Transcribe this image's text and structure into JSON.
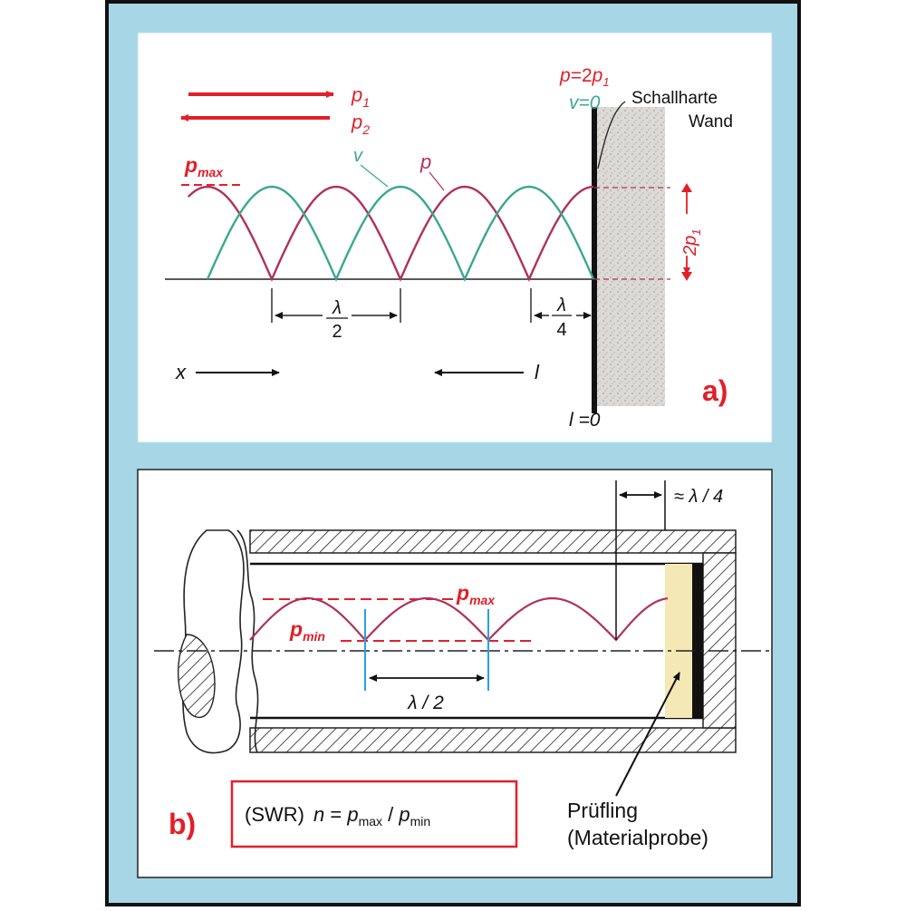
{
  "colors": {
    "frame_bg": "#a7d6e6",
    "frame_border": "#111111",
    "pressure": "#b0325a",
    "velocity": "#3aa890",
    "red": "#e0202a",
    "blue_marker": "#2aa0e0",
    "sample_fill": "#f4e9b4",
    "wall_fill": "#d8d6d2"
  },
  "panel_a": {
    "label": "a)",
    "p1": "p",
    "p1_sub": "1",
    "p2": "p",
    "p2_sub": "2",
    "p_wall_pre": "p",
    "p_wall_eq": "=2",
    "p_wall_p": "p",
    "p_wall_sub": "1",
    "v_wall": "v=0",
    "wall_label_1": "Schallharte",
    "wall_label_2": "Wand",
    "pmax_main": "p",
    "pmax_sub": "max",
    "curve_v_label": "v",
    "curve_p_label": "p",
    "lambda_half_num": "λ",
    "lambda_half_den": "2",
    "lambda_quarter_num": "λ",
    "lambda_quarter_den": "4",
    "amp_label": "2p",
    "amp_sub": "1",
    "x_label": "x",
    "l_label": "l",
    "l_zero": "l =0"
  },
  "panel_b": {
    "label": "b)",
    "pmax_main": "p",
    "pmax_sub": "max",
    "pmin_main": "p",
    "pmin_sub": "min",
    "lambda_half": "λ / 2",
    "lambda_quarter": "≈ λ / 4",
    "sample_1": "Prüfling",
    "sample_2": "(Materialprobe)",
    "swr_prefix": "(SWR)",
    "swr_n": "n",
    "swr_eq": " = ",
    "swr_p1": "p",
    "swr_max": "max",
    "swr_slash": " / ",
    "swr_p2": "p",
    "swr_min": "min"
  }
}
